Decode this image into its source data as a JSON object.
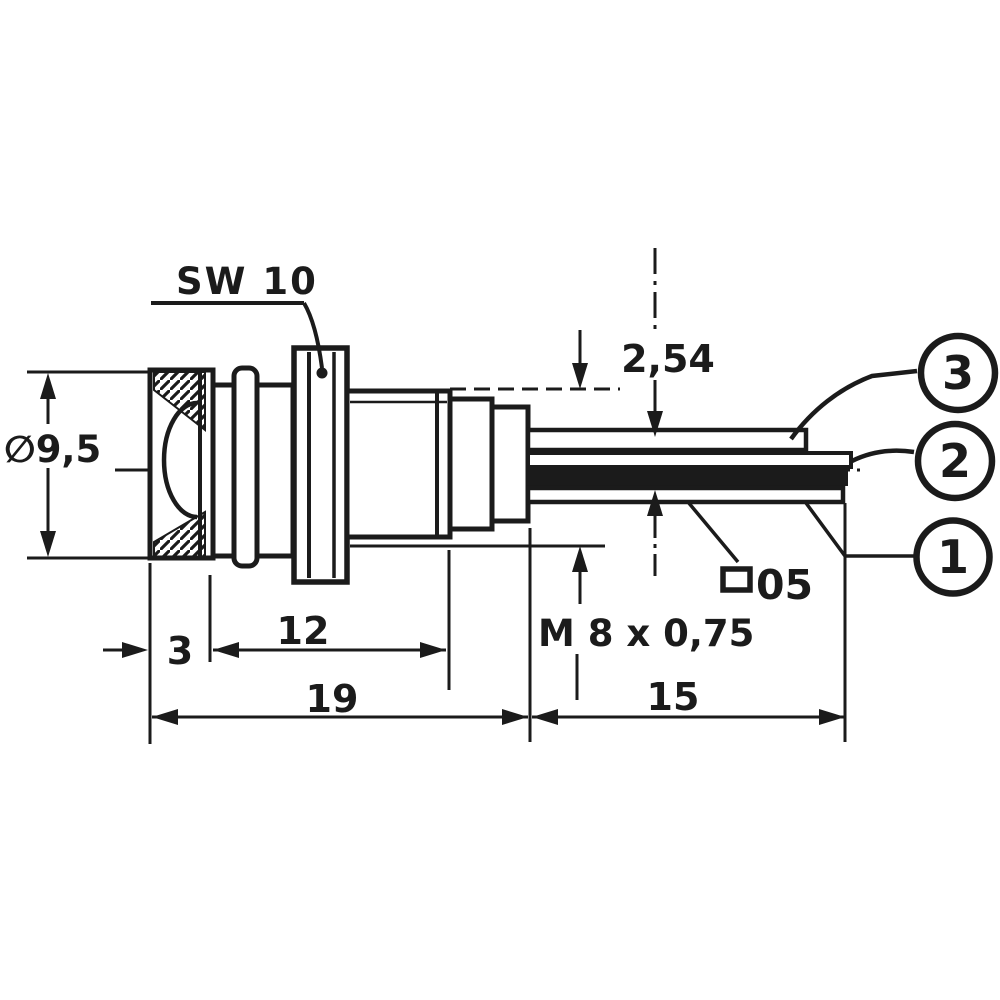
{
  "drawing": {
    "annotations": {
      "wrench_size": "SW 10",
      "front_diameter": "∅9,5",
      "lead_pitch": "2,54",
      "thread_spec": "M 8 x 0,75",
      "lead_cross_section_value": "05",
      "dim_front_flange": "3",
      "dim_thread_length": "12",
      "dim_body_length": "19",
      "dim_lead_length": "15"
    },
    "pin_callouts": [
      "3",
      "2",
      "1"
    ],
    "colors": {
      "ink": "#1b1b1b",
      "paper": "#ffffff"
    }
  }
}
